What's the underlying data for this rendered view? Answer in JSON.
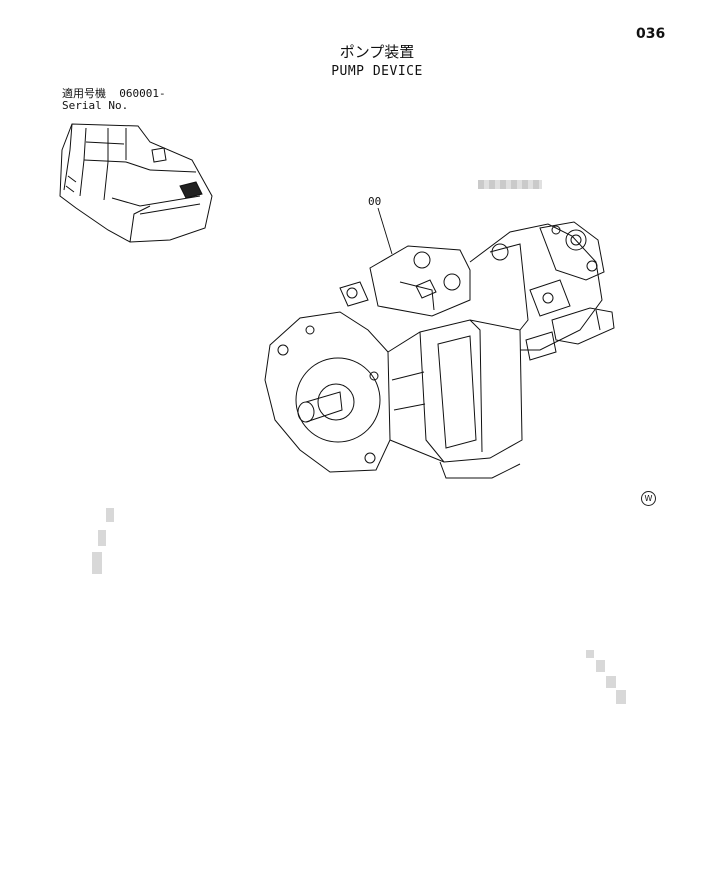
{
  "page": {
    "number": "036",
    "title_jp": "ポンプ装置",
    "title_en": "PUMP DEVICE"
  },
  "serial": {
    "label_jp": "適用号機",
    "value": "060001-",
    "label_en": "Serial No."
  },
  "diagram": {
    "callout": "00",
    "mark": "W"
  }
}
